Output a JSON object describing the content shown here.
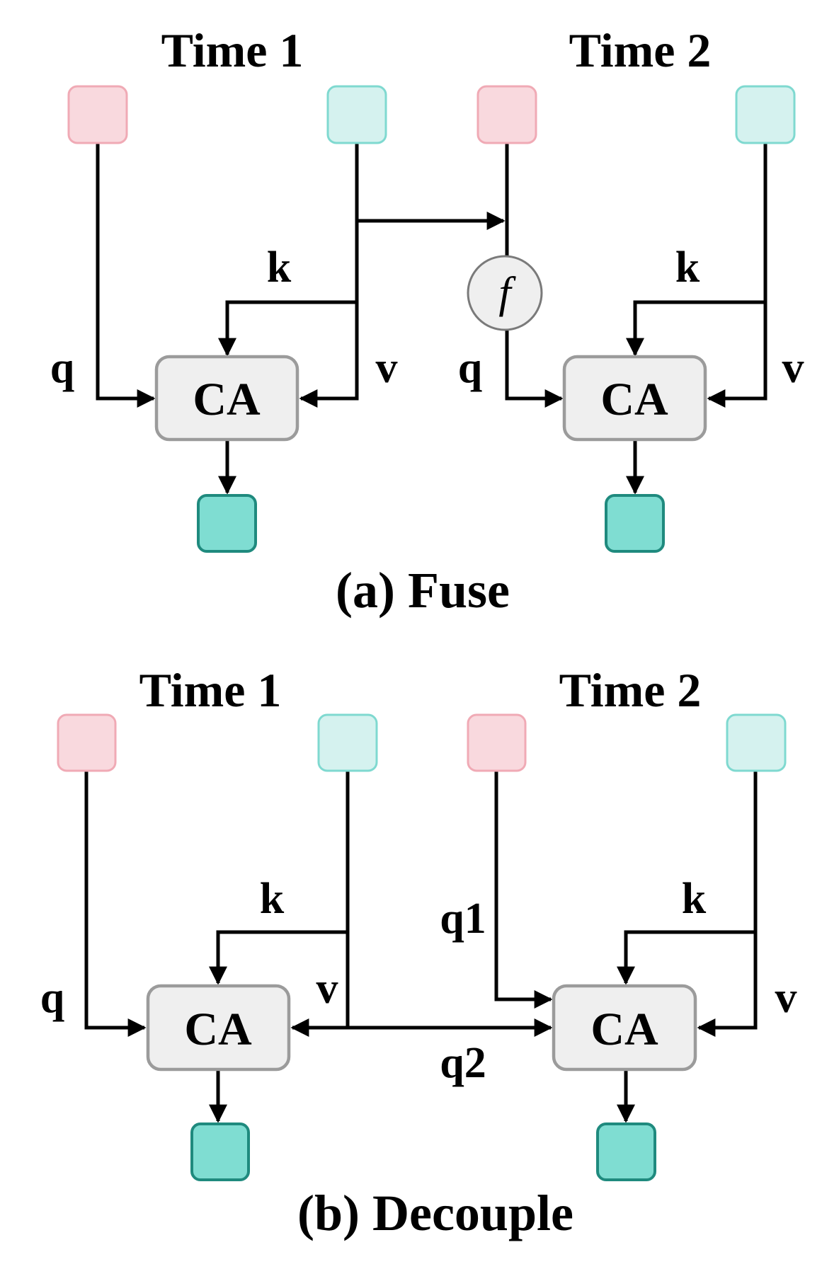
{
  "panel_a": {
    "time1_title": "Time 1",
    "time2_title": "Time 2",
    "left_q_label": "q",
    "left_k_label": "k",
    "left_v_label": "v",
    "right_q_label": "q",
    "right_k_label": "k",
    "right_v_label": "v",
    "ca_label": "CA",
    "fuse_function_label": "f",
    "caption": "(a) Fuse"
  },
  "panel_b": {
    "time1_title": "Time 1",
    "time2_title": "Time 2",
    "left_q_label": "q",
    "left_k_label": "k",
    "left_v_label": "v",
    "right_q1_label": "q1",
    "right_q2_label": "q2",
    "right_k_label": "k",
    "right_v_label": "v",
    "ca_label": "CA",
    "caption": "(b) Decouple"
  },
  "colors": {
    "query_token": "#f9d9de",
    "key_value_token": "#d5f2ef",
    "output_token": "#7fddd2",
    "cross_attention_block": "#efefef"
  }
}
